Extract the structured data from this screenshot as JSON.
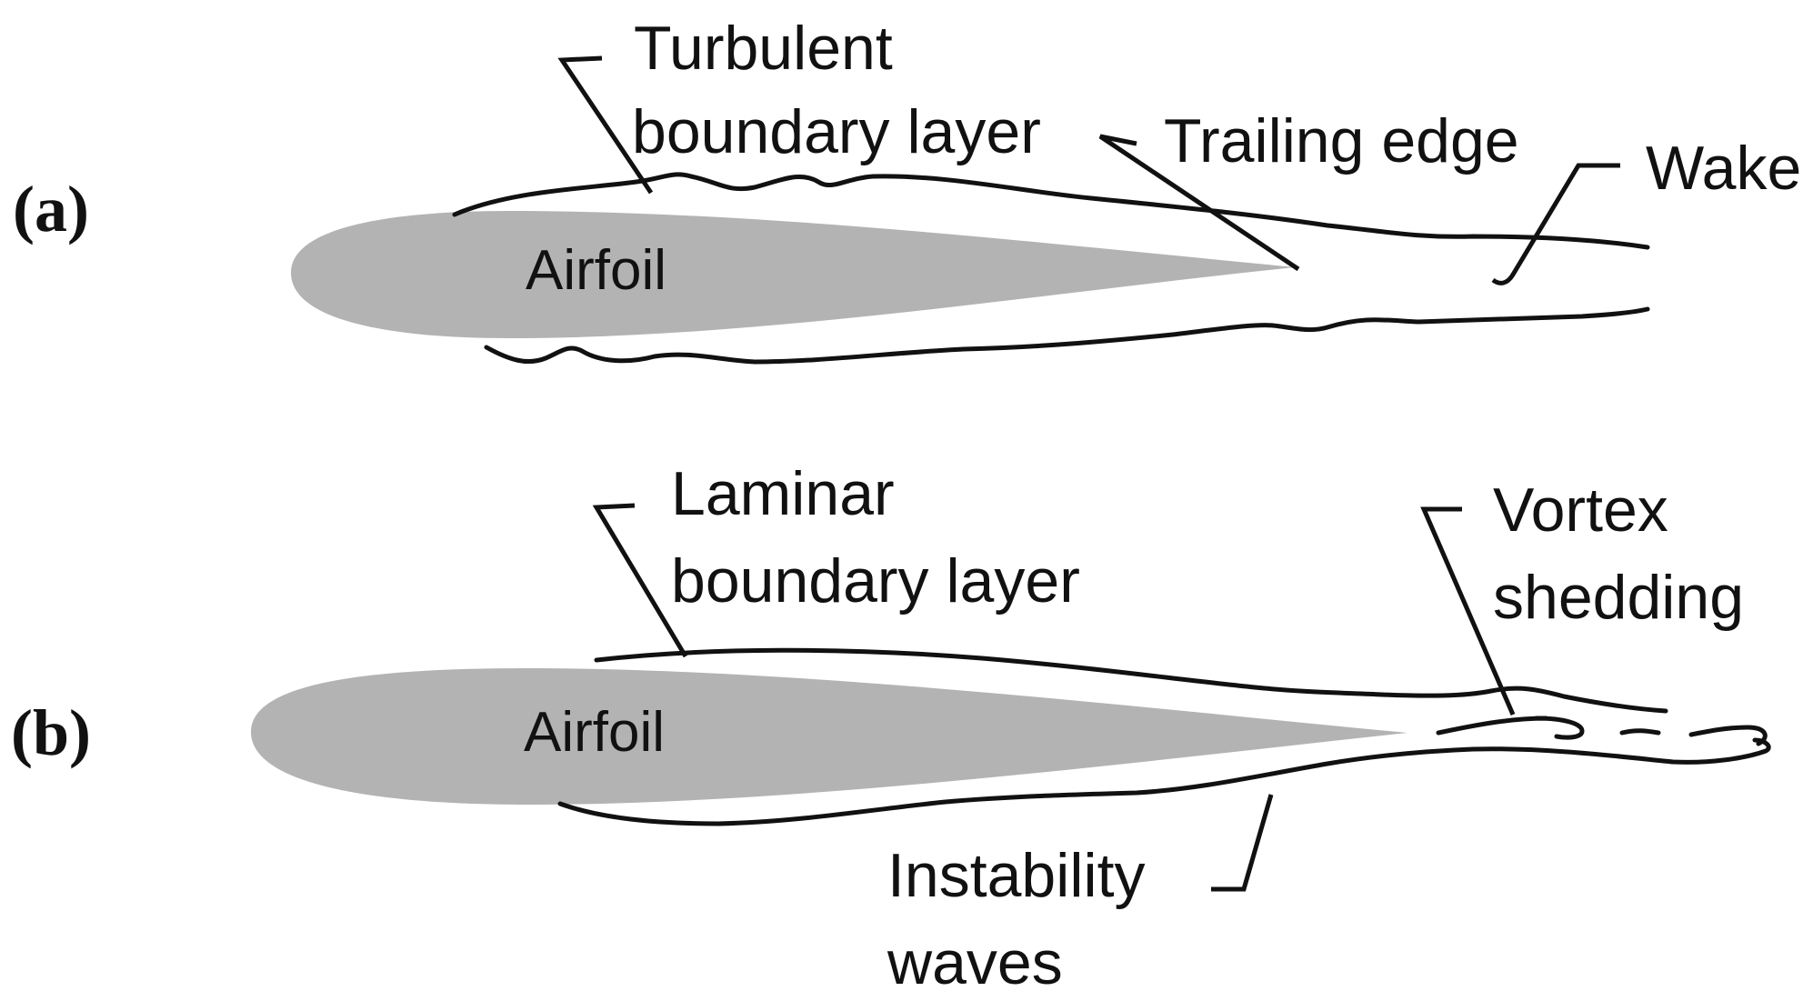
{
  "colors": {
    "airfoil_fill": "#b3b3b3",
    "line": "#111111",
    "background": "#ffffff"
  },
  "panel_a": {
    "label": "(a)",
    "airfoil_label": "Airfoil",
    "turbulent_bl": [
      "Turbulent",
      "boundary layer"
    ],
    "trailing_edge": "Trailing edge",
    "wake": "Wake"
  },
  "panel_b": {
    "label": "(b)",
    "airfoil_label": "Airfoil",
    "laminar_bl": [
      "Laminar",
      "boundary layer"
    ],
    "vortex_shedding": [
      "Vortex",
      "shedding"
    ],
    "instability_waves": [
      "Instability",
      "waves"
    ]
  }
}
